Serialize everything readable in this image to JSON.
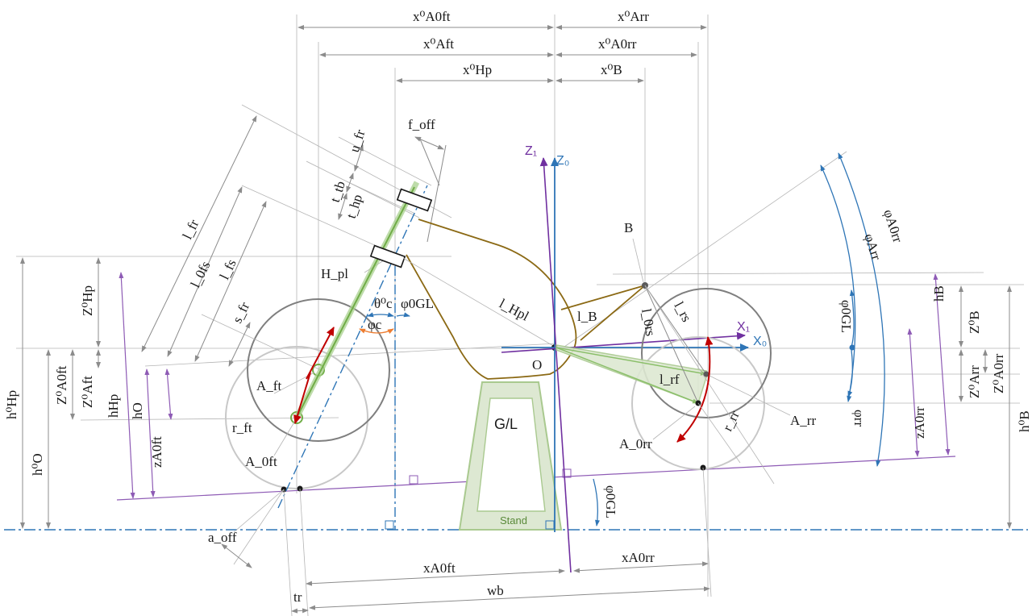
{
  "diagram": {
    "top_dims": {
      "x0_A0ft": "x⁰A0ft",
      "x0_Aft": "x⁰Aft",
      "x0_Hp": "x⁰Hp",
      "x0_Arr": "x⁰Arr",
      "x0_A0rr": "x⁰A0rr",
      "x0_B": "x⁰B"
    },
    "fork_labels": {
      "f_off": "f_off",
      "u_fr": "u_fr",
      "t_tb": "t_tb",
      "t_hp": "t_hp",
      "l_fr": "l_fr",
      "l_0fs": "l_0fs",
      "l_fs": "l_fs",
      "s_fr": "s_fr",
      "a_off": "a_off",
      "H_pl": "H_pl",
      "A_ft": "A_ft",
      "A_0ft": "A_0ft",
      "r_ft": "r_ft"
    },
    "left_dims": {
      "h0_Hp": "h⁰Hp",
      "h0_O": "h⁰O",
      "Z0_Hp": "Z⁰Hp",
      "Z0_A0ft": "Z⁰A0ft",
      "Z0_Aft": "Z⁰Aft",
      "h_Hp": "hHp",
      "h_O": "hO",
      "z_A0ft": "zA0ft"
    },
    "angles": {
      "theta0_c": "θ⁰c",
      "phi_0GL": "φ0GL",
      "phi_c": "φc",
      "phi_0GL_bottom": "φ0GL",
      "phi_0GL_right": "φ0GL",
      "phi_A0rr": "φA0rr",
      "phi_Arr": "φArr",
      "phi_rr": "φrr"
    },
    "axes": {
      "Z1": "Z₁",
      "Z0": "Z₀",
      "X1": "X₁",
      "X0": "X₀",
      "O": "O"
    },
    "rear_labels": {
      "B": "B",
      "l_Hpl": "l_Hpl",
      "l_B": "l_B",
      "l_0rs": "l_0rs",
      "l_rs": "l_rs",
      "l_rf": "l_rf",
      "A_rr": "A_rr",
      "A_0rr": "A_0rr",
      "r_rr": "r_rr"
    },
    "right_dims": {
      "h_B": "hB",
      "Z0_B": "Z⁰B",
      "Z0_A0rr": "Z⁰A0rr",
      "Z0_Arr": "Z⁰Arr",
      "z_A0rr": "zA0rr",
      "h0_B": "h⁰B"
    },
    "bottom_dims": {
      "x_A0ft": "xA0ft",
      "x_A0rr": "xA0rr",
      "wb": "wb",
      "tr": "tr"
    },
    "stand": {
      "gl": "G/L",
      "stand": "Stand"
    },
    "colors": {
      "axis_blue": "#2e75b6",
      "tilt_purple": "#7030a0",
      "frame_brown": "#8b6914",
      "fork_green": "#70ad47",
      "force_red": "#c00000",
      "angle_orange": "#ed7d31"
    }
  }
}
